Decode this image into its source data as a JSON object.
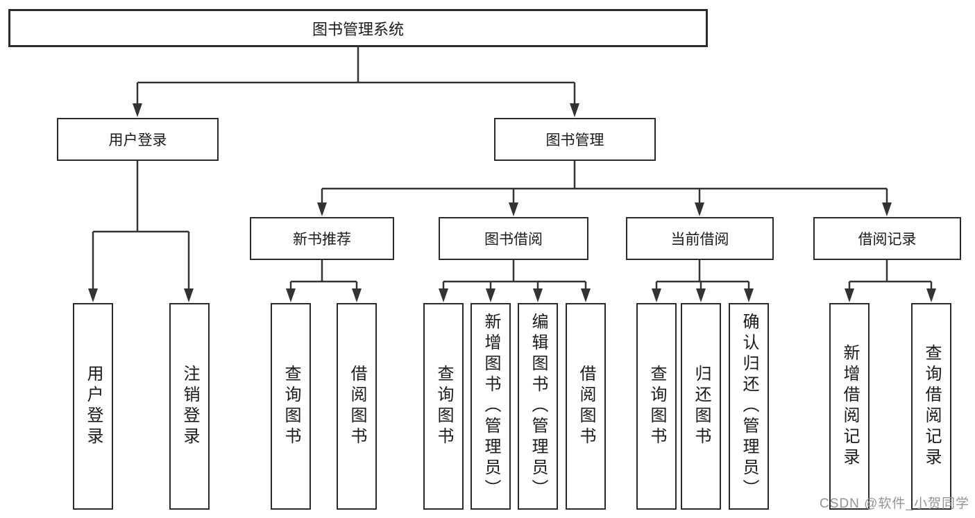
{
  "root": {
    "label": "图书管理系统"
  },
  "user_login": {
    "label": "用户登录",
    "children": [
      {
        "label": "用户登录"
      },
      {
        "label": "注销登录"
      }
    ]
  },
  "book_mgmt": {
    "label": "图书管理",
    "sections": [
      {
        "label": "新书推荐",
        "children": [
          {
            "label": "查询图书"
          },
          {
            "label": "借阅图书"
          }
        ]
      },
      {
        "label": "图书借阅",
        "children": [
          {
            "label": "查询图书"
          },
          {
            "label": "新增图书（管理员）"
          },
          {
            "label": "编辑图书（管理员）"
          },
          {
            "label": "借阅图书"
          }
        ]
      },
      {
        "label": "当前借阅",
        "children": [
          {
            "label": "查询图书"
          },
          {
            "label": "归还图书"
          },
          {
            "label": "确认归还（管理员）"
          }
        ]
      },
      {
        "label": "借阅记录",
        "children": [
          {
            "label": "新增借阅记录"
          },
          {
            "label": "查询借阅记录"
          }
        ]
      }
    ]
  },
  "watermark": {
    "text": "CSDN @软件_小贺同学"
  },
  "colors": {
    "line": "#333333",
    "box_border": "#2b2b2b",
    "text": "#1a1a1a",
    "watermark": "#949494",
    "background": "#ffffff"
  }
}
